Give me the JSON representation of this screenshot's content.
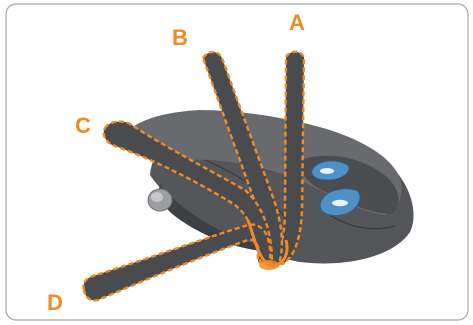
{
  "labels": {
    "a": "A",
    "b": "B",
    "c": "C",
    "d": "D"
  },
  "colors": {
    "label": "#f08a24",
    "dash": "#f08a24",
    "handle": "#4a4b4f",
    "shell_dark": "#3f4044",
    "shell_mid": "#56585c",
    "shell_light": "#74767a",
    "blue_button": "#4f90c7",
    "border": "#a6a6a6"
  }
}
